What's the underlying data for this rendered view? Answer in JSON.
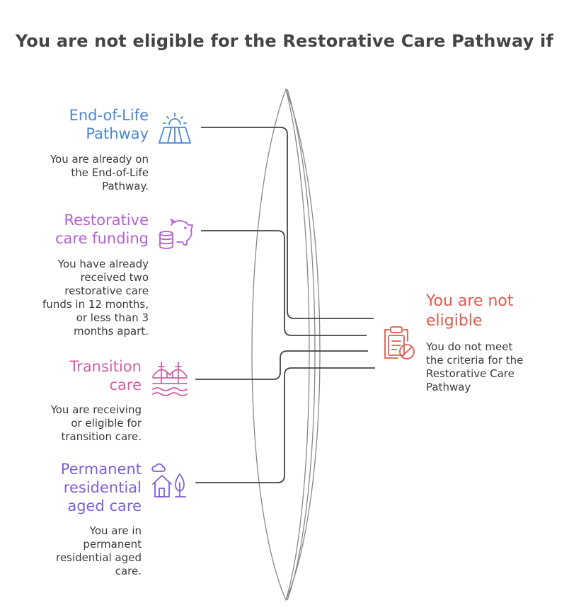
{
  "title": "You are not eligible for the Restorative Care Pathway if",
  "categories": [
    {
      "title": "End-of-Life\nPathway",
      "description": "You are already on\nthe End-of-Life\nPathway.",
      "icon": "sunrise-field-icon",
      "color": "#4A86D6"
    },
    {
      "title": "Restorative\ncare funding",
      "description": "You have already\nreceived two\nrestorative care\nfunds in 12 months,\nor less than 3\nmonths apart.",
      "icon": "piggy-bank-coins-icon",
      "color": "#B45FD6"
    },
    {
      "title": "Transition\ncare",
      "description": "You are receiving\nor eligible for\ntransition care.",
      "icon": "bridge-water-icon",
      "color": "#D45FA8"
    },
    {
      "title": "Permanent\nresidential\naged care",
      "description": "You are in\npermanent\nresidential aged\ncare.",
      "icon": "house-tree-cloud-icon",
      "color": "#7E5FD9"
    }
  ],
  "outcome": {
    "title": "You are not\neligible",
    "description": "You do not meet\nthe criteria for the\nRestorative Care\nPathway",
    "icon": "clipboard-prohibited-icon",
    "color": "#E05A4E"
  },
  "line_color": "#444444",
  "lens_color": "#888888"
}
